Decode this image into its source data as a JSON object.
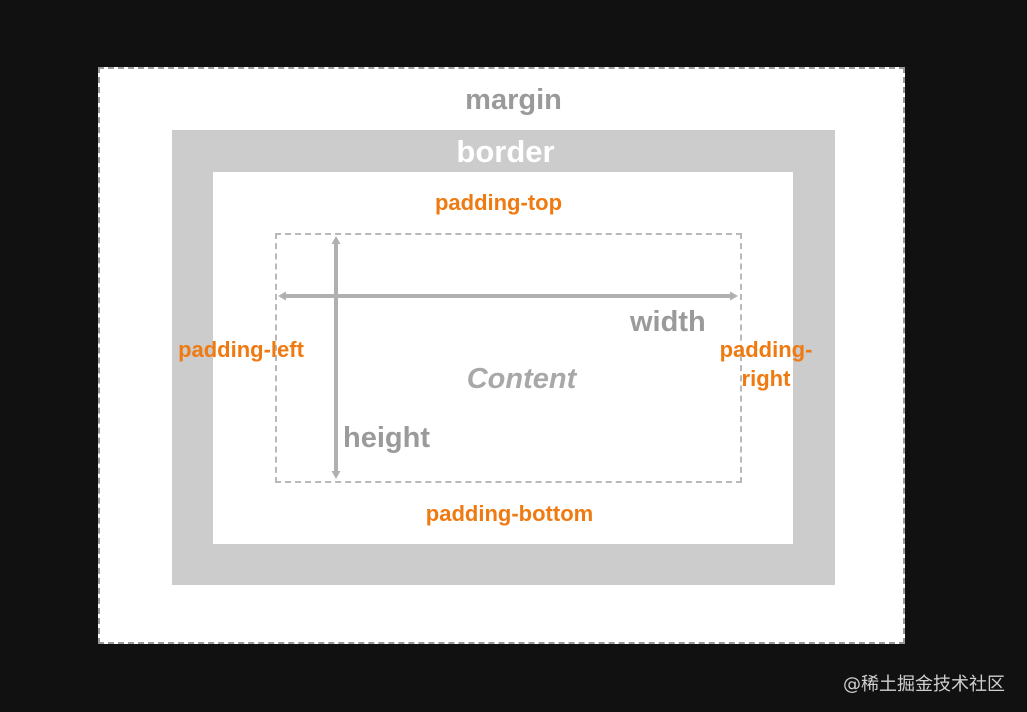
{
  "diagram": {
    "margin_label": "margin",
    "border_label": "border",
    "padding_top_label": "padding-top",
    "padding_bottom_label": "padding-bottom",
    "padding_left_label": "padding-left",
    "padding_right_label": "padding-right",
    "width_label": "width",
    "height_label": "height",
    "content_label": "Content"
  },
  "watermark": {
    "text": "@稀土掘金技术社区"
  },
  "colors": {
    "background": "#111111",
    "margin_area": "#ffffff",
    "border_area": "#cccccc",
    "padding_area": "#ffffff",
    "label_gray": "#9a9a9a",
    "label_orange": "#f07a12",
    "arrow_gray": "#b0b0b0"
  }
}
